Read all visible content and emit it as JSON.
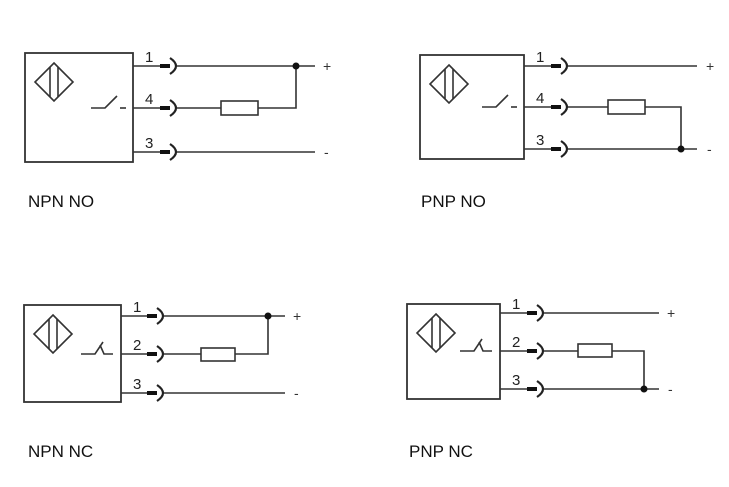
{
  "diagrams": [
    {
      "id": "npn-no",
      "caption": "NPN NO",
      "output_type": "NPN",
      "contact": "NO",
      "pins": [
        "1",
        "4",
        "3"
      ],
      "polarity": [
        "+",
        "-"
      ],
      "load_between": "pin 4 and +",
      "junction_rail": "+"
    },
    {
      "id": "pnp-no",
      "caption": "PNP NO",
      "output_type": "PNP",
      "contact": "NO",
      "pins": [
        "1",
        "4",
        "3"
      ],
      "polarity": [
        "+",
        "-"
      ],
      "load_between": "pin 4 and -",
      "junction_rail": "-"
    },
    {
      "id": "npn-nc",
      "caption": "NPN NC",
      "output_type": "NPN",
      "contact": "NC",
      "pins": [
        "1",
        "2",
        "3"
      ],
      "polarity": [
        "+",
        "-"
      ],
      "load_between": "pin 2 and +",
      "junction_rail": "+"
    },
    {
      "id": "pnp-nc",
      "caption": "PNP NC",
      "output_type": "PNP",
      "contact": "NC",
      "pins": [
        "1",
        "2",
        "3"
      ],
      "polarity": [
        "+",
        "-"
      ],
      "load_between": "pin 2 and -",
      "junction_rail": "-"
    }
  ],
  "colors": {
    "line": "#333333",
    "background": "#ffffff",
    "text": "#111111"
  }
}
